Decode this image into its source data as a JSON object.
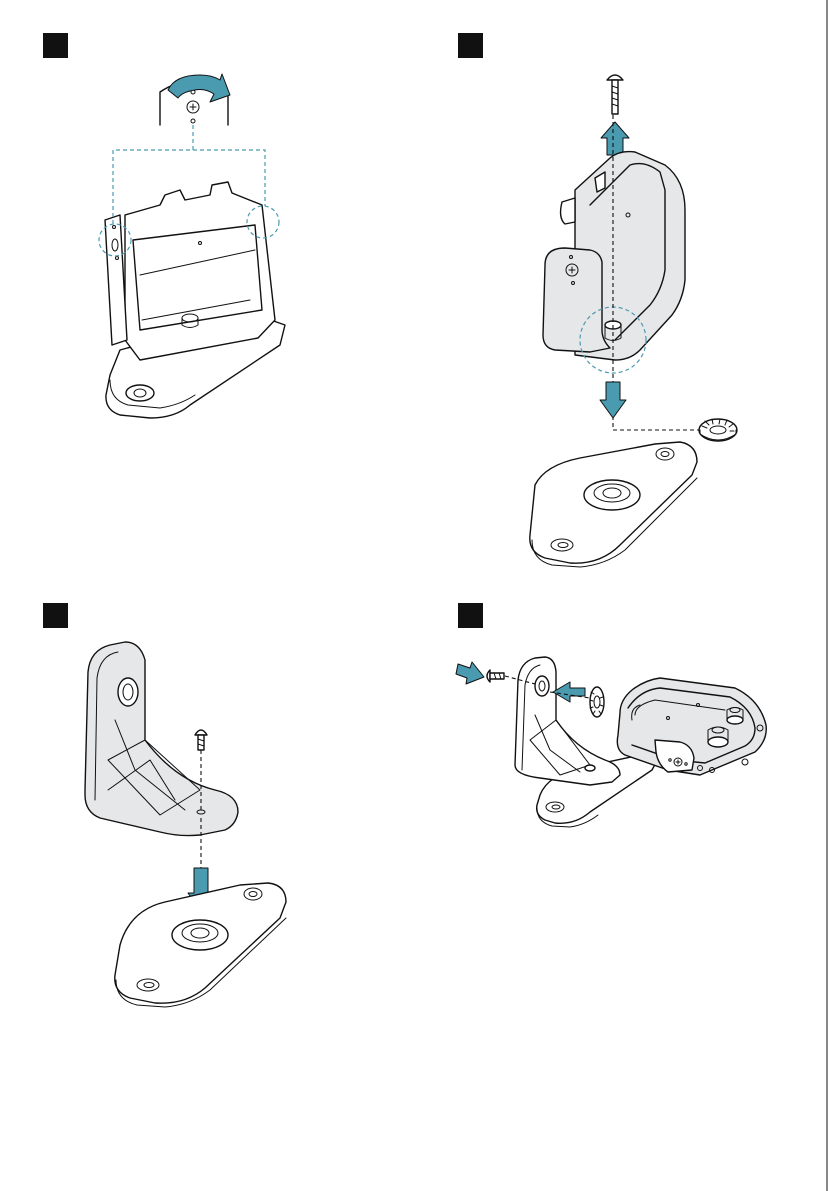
{
  "document": {
    "type": "installation-instructions",
    "steps": [
      {
        "id": "step-1",
        "label": "",
        "description_visual": "rotate-cover"
      },
      {
        "id": "step-2",
        "label": "",
        "description_visual": "remove-screw-and-separate"
      },
      {
        "id": "step-3",
        "label": "",
        "description_visual": "fix-bracket-to-base"
      },
      {
        "id": "step-4",
        "label": "",
        "description_visual": "attach-housing-to-bracket"
      }
    ]
  },
  "colors": {
    "accent": "#4a9bb0",
    "line": "#111111",
    "shade": "#e6e7e9",
    "step_box": "#111111"
  },
  "icons": [
    "rotate-arrow-icon",
    "up-arrow-icon",
    "down-arrow-icon",
    "right-arrow-icon",
    "left-arrow-icon",
    "screw-icon",
    "washer-icon"
  ]
}
